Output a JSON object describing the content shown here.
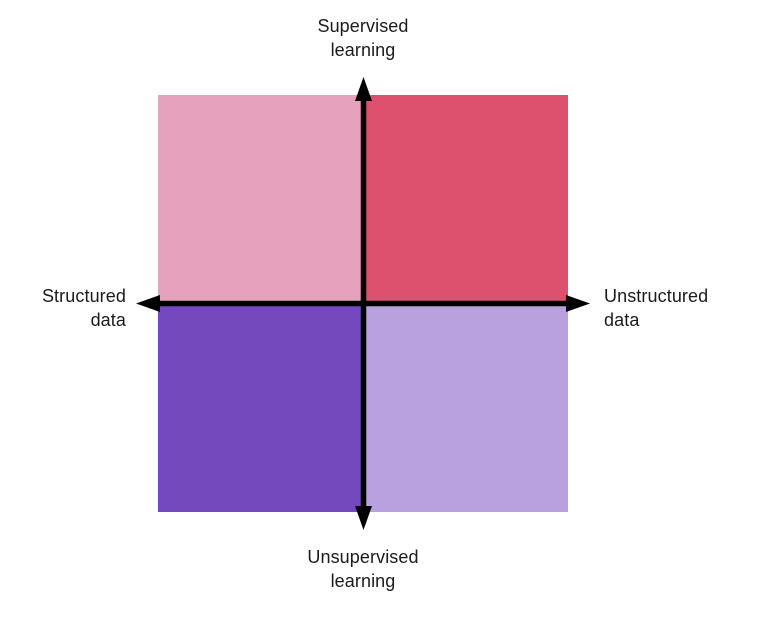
{
  "diagram": {
    "type": "quadrant-matrix",
    "background": "#FFFFFF",
    "axes": {
      "vertical": {
        "top_label": "Supervised\nlearning",
        "bottom_label": "Unsupervised\nlearning",
        "color": "#000000"
      },
      "horizontal": {
        "left_label": "Structured\ndata",
        "right_label": "Unstructured\ndata",
        "color": "#000000"
      }
    },
    "quadrants": [
      {
        "name": "top-left",
        "x_axis_value": "Structured data",
        "y_axis_value": "Supervised learning",
        "color": "#E5A2BD",
        "label": ""
      },
      {
        "name": "top-right",
        "x_axis_value": "Unstructured data",
        "y_axis_value": "Supervised learning",
        "color": "#DC516E",
        "label": ""
      },
      {
        "name": "bottom-left",
        "x_axis_value": "Structured data",
        "y_axis_value": "Unsupervised learning",
        "color": "#7549BE",
        "label": ""
      },
      {
        "name": "bottom-right",
        "x_axis_value": "Unstructured data",
        "y_axis_value": "Unsupervised learning",
        "color": "#B9A0DF",
        "label": ""
      }
    ]
  }
}
